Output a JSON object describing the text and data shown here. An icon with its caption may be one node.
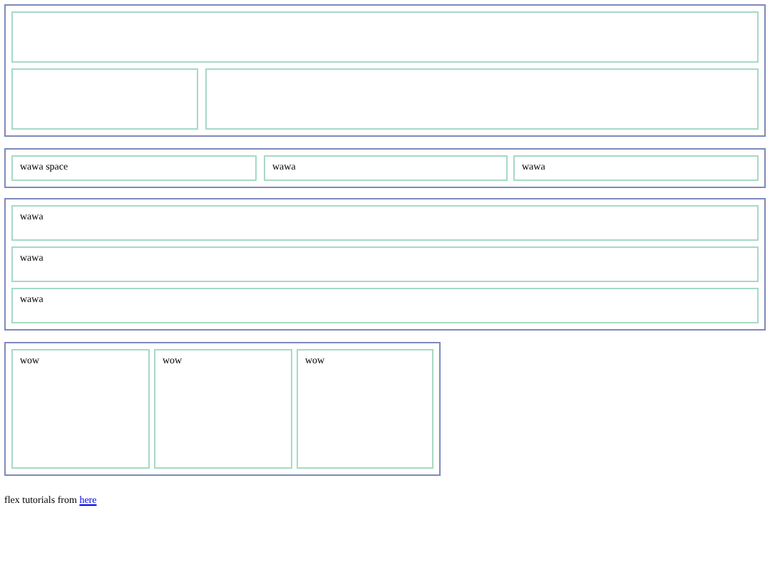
{
  "diagram": {
    "nodes": [
      {
        "text": [],
        "shape": "box"
      },
      {
        "text": [],
        "shape": "box",
        "in": 0
      },
      {
        "text": [],
        "shape": "box",
        "in": 0
      },
      {
        "text": [],
        "shape": "box",
        "in": 0
      },
      {
        "text": [],
        "shape": "box"
      },
      {
        "text": [
          "wawa space"
        ],
        "in": 4
      },
      {
        "text": [
          "wawa"
        ],
        "in": 4
      },
      {
        "text": [
          "wawa"
        ],
        "in": 4
      },
      {
        "text": [],
        "shape": "box"
      },
      {
        "text": [
          "wawa"
        ],
        "in": 8
      },
      {
        "text": [
          "wawa"
        ],
        "in": 8
      },
      {
        "text": [
          "wawa"
        ],
        "in": 8
      },
      {
        "text": [],
        "shape": "box"
      },
      {
        "text": [
          "wow"
        ],
        "in": 12
      },
      {
        "text": [
          "wow"
        ],
        "in": 12
      },
      {
        "text": [
          "wow"
        ],
        "in": 12
      }
    ],
    "edges": [],
    "labels": [
      "flex tutorials from",
      "here"
    ]
  }
}
